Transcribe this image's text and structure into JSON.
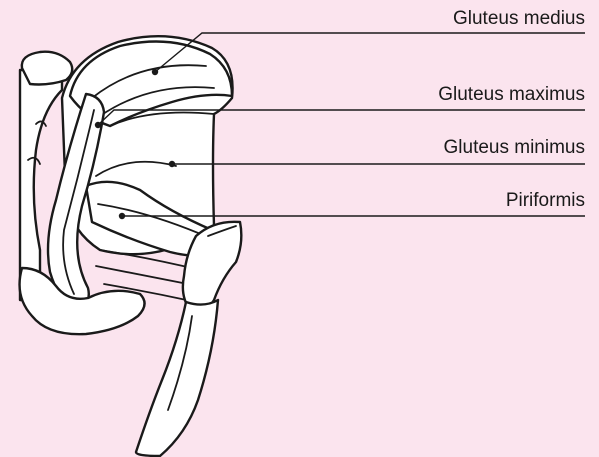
{
  "background_color": "#fbe4ee",
  "line_color": "#1a1a1a",
  "labels": {
    "gluteus_medius": "Gluteus medius",
    "gluteus_maximus": "Gluteus maximus",
    "gluteus_minimus": "Gluteus minimus",
    "piriformis": "Piriformis"
  }
}
